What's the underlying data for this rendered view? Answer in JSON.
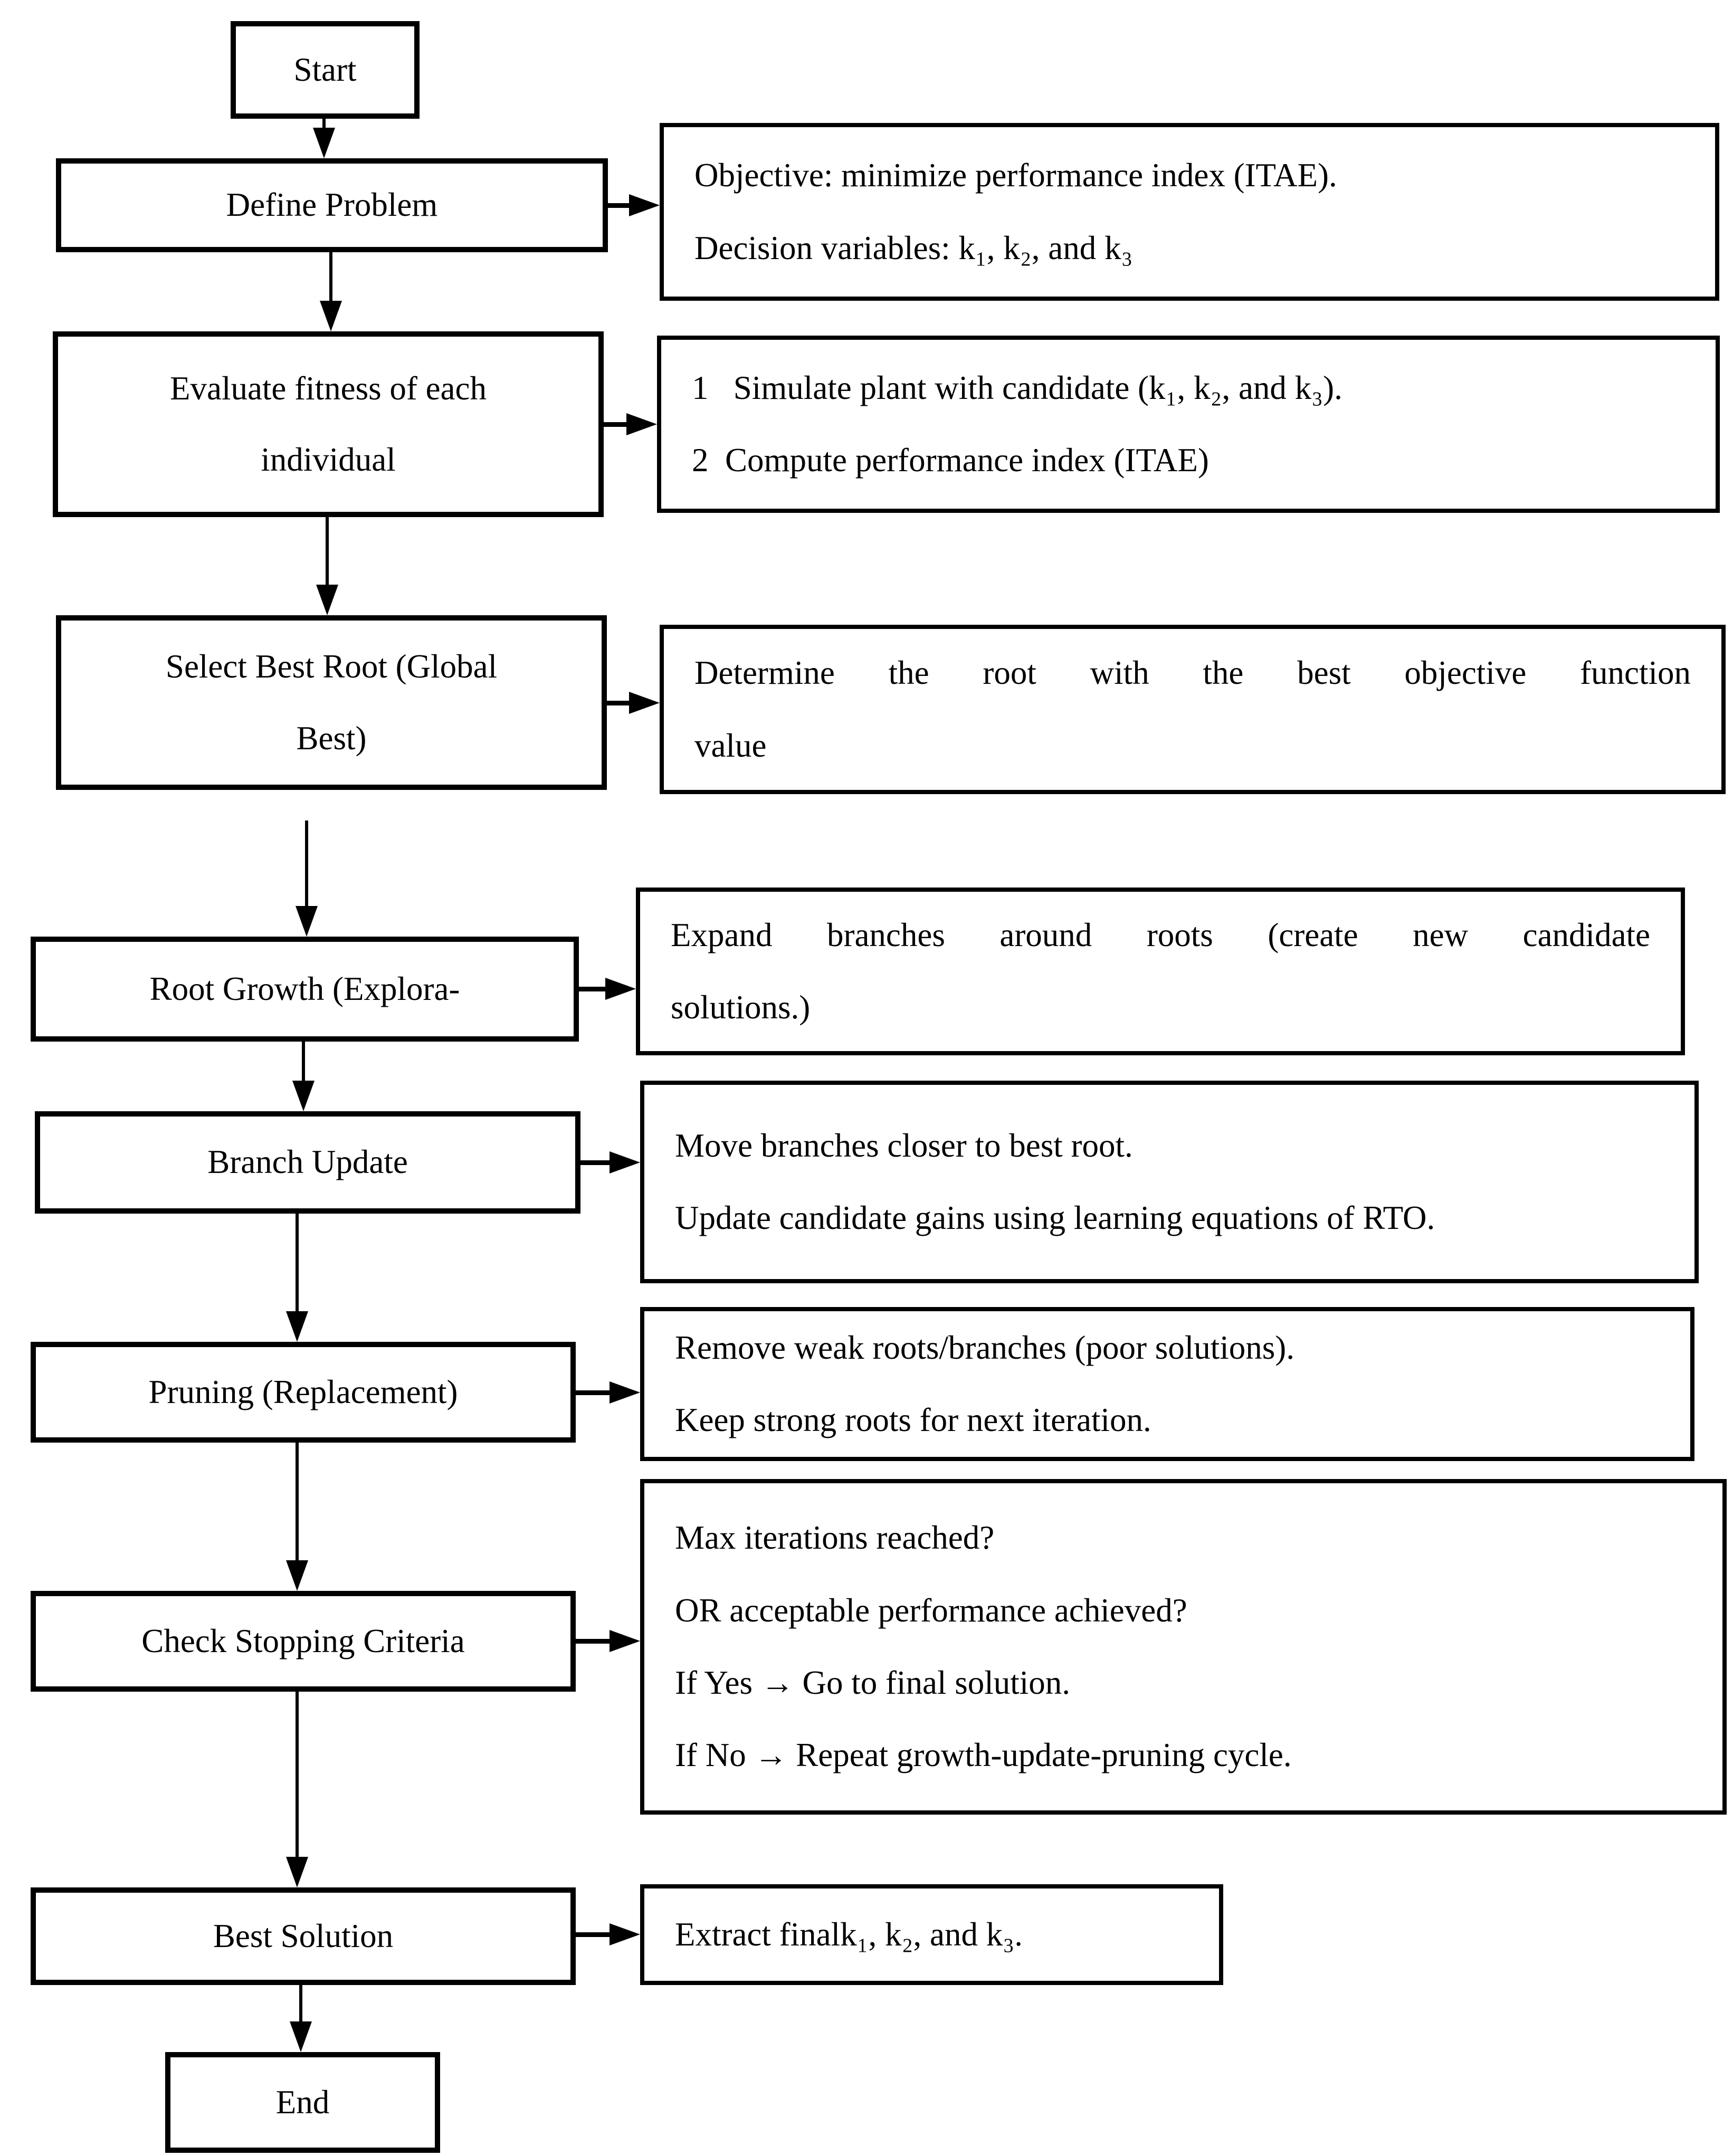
{
  "nodes": {
    "start": {
      "label": "Start"
    },
    "define_problem": {
      "label": "Define Problem"
    },
    "evaluate_fitness": {
      "lines": [
        "Evaluate fitness of each",
        "individual"
      ]
    },
    "select_best_root": {
      "lines": [
        "Select Best Root (Global",
        "Best)"
      ]
    },
    "root_growth": {
      "label": "Root Growth (Explora-"
    },
    "branch_update": {
      "label": "Branch Update"
    },
    "pruning": {
      "label": "Pruning (Replacement)"
    },
    "check_stopping": {
      "label": "Check Stopping Criteria"
    },
    "best_solution": {
      "label": "Best Solution"
    },
    "end": {
      "label": "End"
    }
  },
  "notes": {
    "define_problem": {
      "lines": [
        "Objective: minimize performance index (ITAE).",
        "Decision variables: k₁, k₂, and k₃"
      ]
    },
    "evaluate_fitness": {
      "lines": [
        "1   Simulate plant with candidate (k₁, k₂, and k₃).",
        "2  Compute performance index (ITAE)"
      ]
    },
    "select_best_root": {
      "lines": [
        "Determine the root with the best objective function",
        "value"
      ]
    },
    "root_growth": {
      "lines": [
        "Expand branches around roots (create new candidate",
        "solutions.)"
      ]
    },
    "branch_update": {
      "lines": [
        "Move branches closer to best root.",
        "Update candidate gains using learning equations of RTO."
      ]
    },
    "pruning": {
      "lines": [
        "Remove weak roots/branches (poor solutions).",
        "Keep strong roots for next iteration."
      ]
    },
    "check_stopping": {
      "lines": [
        "Max iterations reached?",
        "OR acceptable performance achieved?",
        "If Yes → Go to final solution.",
        "If No → Repeat growth-update-pruning cycle."
      ]
    },
    "best_solution": {
      "lines": [
        "Extract finalk₁, k₂, and k₃."
      ]
    }
  },
  "colors": {
    "line": "#000000",
    "box_fill": "#ffffff",
    "background": "#ffffff"
  }
}
